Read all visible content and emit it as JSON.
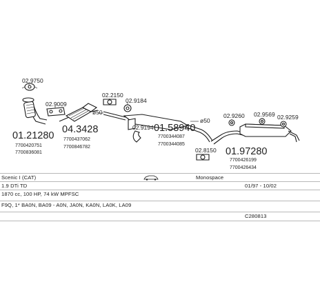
{
  "parts": [
    {
      "code": "01.21280",
      "refs": [
        "7700420751",
        "7700836081"
      ]
    },
    {
      "code": "04.3428",
      "refs": [
        "7700437062",
        "7700846782"
      ]
    },
    {
      "code": "01.58940",
      "refs": [
        "7700344087",
        "7700344085"
      ]
    },
    {
      "code": "01.97280",
      "refs": [
        "7700426199",
        "7700426434"
      ]
    }
  ],
  "fittings": [
    "02.9750",
    "02.9009",
    "02.2150",
    "02.9184",
    "02.9194",
    "02.8150",
    "02.9260",
    "02.9569",
    "02.9259"
  ],
  "pipe_sizes": [
    "ø50",
    "ø50"
  ],
  "info": {
    "model": "Scenic I (CAT)",
    "engine": "1.9 DTi TD",
    "note_label": "Monospace",
    "years": "01/97 - 10/02",
    "spec": "1870 cc, 100 HP, 74 kW MPFSC",
    "codes": "F9Q, 1* BA0N, BA09 - A0N, JA0N, KA0N, LA0K, LA09",
    "catalog_no": "C280813"
  }
}
